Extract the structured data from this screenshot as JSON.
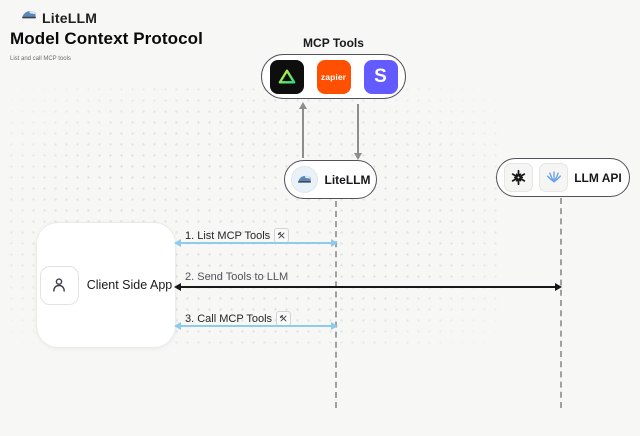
{
  "header": {
    "brand": "LiteLLM",
    "title": "Model Context Protocol",
    "subtitle": "List and call MCP tools"
  },
  "mcp_tools": {
    "label": "MCP Tools",
    "apps": [
      {
        "name": "green-triangle-app"
      },
      {
        "name": "zapier",
        "text": "zapier"
      },
      {
        "name": "stripe",
        "text": "S"
      }
    ]
  },
  "nodes": {
    "litellm": {
      "label": "LiteLLM"
    },
    "llm_api": {
      "label": "LLM API"
    },
    "client": {
      "label": "Client Side App"
    }
  },
  "messages": [
    {
      "label": "1. List MCP Tools",
      "tools_icon": true,
      "color": "#8fcbeb",
      "from": "Client Side App",
      "to": "LiteLLM"
    },
    {
      "label": "2. Send Tools to LLM",
      "tools_icon": false,
      "color": "#18181b",
      "from": "Client Side App",
      "to": "LLM API"
    },
    {
      "label": "3. Call MCP Tools",
      "tools_icon": true,
      "color": "#8fcbeb",
      "from": "Client Side App",
      "to": "LiteLLM"
    }
  ],
  "colors": {
    "background": "#f7f7f5",
    "zapier_orange": "#ff4f00",
    "stripe_purple": "#635bff",
    "arrow_blue": "#8fcbeb",
    "arrow_black": "#18181b",
    "lifeline_gray": "#a1a1a1",
    "box_border": "#52525b"
  }
}
